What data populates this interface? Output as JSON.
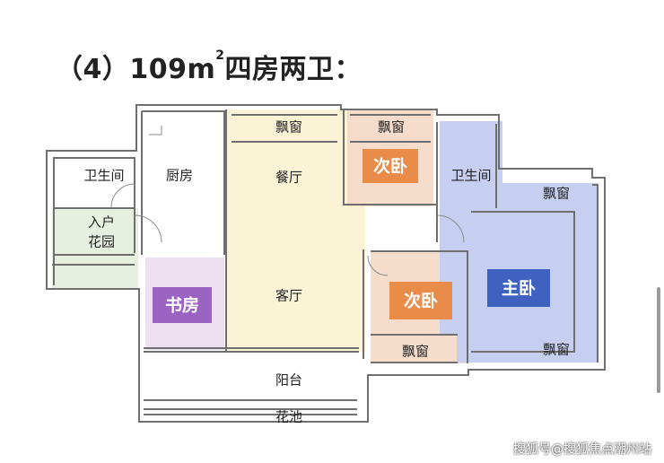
{
  "title": {
    "prefix": "（4）109m",
    "sup": "2",
    "suffix": "四房两卫："
  },
  "rooms": {
    "toilet_left": "卫生间",
    "kitchen": "厨房",
    "bay_top_dining": "飘窗",
    "dining": "餐厅",
    "bay_top_second": "飘窗",
    "second_bedroom_top": "次卧",
    "toilet_right": "卫生间",
    "bay_master_top": "飘窗",
    "entry_garden_1": "入户",
    "entry_garden_2": "花园",
    "study": "书房",
    "living": "客厅",
    "second_bedroom_mid": "次卧",
    "master_bedroom": "主卧",
    "bay_second_bottom": "飘窗",
    "bay_master_bottom": "飘窗",
    "balcony": "阳台",
    "planter": "花池"
  },
  "watermark": "搜狐号@搜狐焦点潮州站",
  "colors": {
    "living_zone": "#faf3d6",
    "second_bedroom": "#f6dccb",
    "second_badge": "#e98c4a",
    "master_zone": "#c6cff0",
    "master_badge": "#3f62c0",
    "study_zone": "#ecdff0",
    "study_badge": "#9b63c2",
    "garden_zone": "#e6efe0",
    "wall": "#6f6f6f"
  }
}
